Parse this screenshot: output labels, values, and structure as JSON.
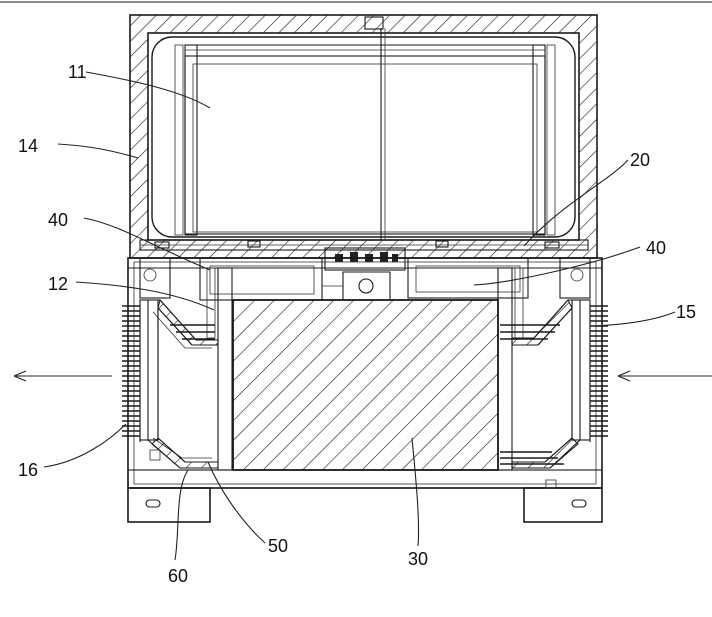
{
  "labels": {
    "l11": "11",
    "l14": "14",
    "l20": "20",
    "l40a": "40",
    "l40b": "40",
    "l12": "12",
    "l15": "15",
    "l16": "16",
    "l60": "60",
    "l50": "50",
    "l30": "30"
  },
  "colors": {
    "line": "#1a1a1a",
    "background": "#ffffff"
  },
  "icons": {
    "left_arrow": "arrow-left-icon",
    "right_arrow": "arrow-left-icon"
  }
}
